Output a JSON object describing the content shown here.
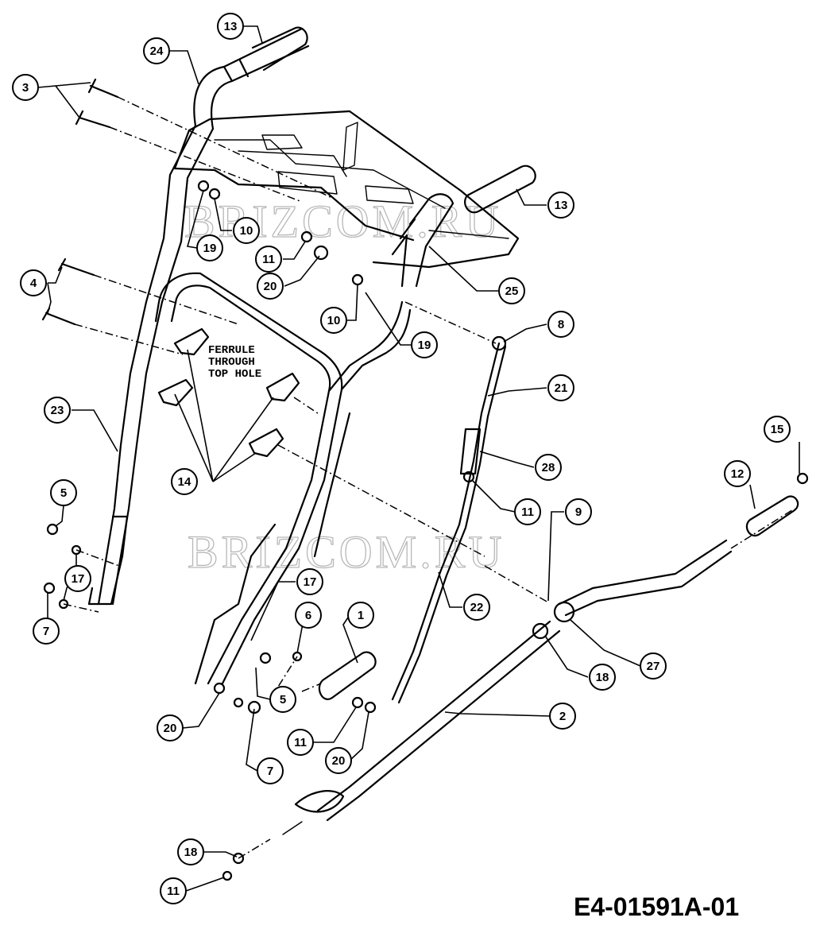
{
  "diagram": {
    "note": [
      "FERRULE",
      "THROUGH",
      "TOP HOLE"
    ],
    "watermark": "BRIZCOM.RU",
    "drawing_code": "E4-01591A-01",
    "callouts": [
      {
        "id": "c13a",
        "label": "13"
      },
      {
        "id": "c24",
        "label": "24"
      },
      {
        "id": "c3",
        "label": "3"
      },
      {
        "id": "c13b",
        "label": "13"
      },
      {
        "id": "c10a",
        "label": "10"
      },
      {
        "id": "c19a",
        "label": "19"
      },
      {
        "id": "c11a",
        "label": "11"
      },
      {
        "id": "c20a",
        "label": "20"
      },
      {
        "id": "c25",
        "label": "25"
      },
      {
        "id": "c4",
        "label": "4"
      },
      {
        "id": "c10b",
        "label": "10"
      },
      {
        "id": "c19b",
        "label": "19"
      },
      {
        "id": "c8",
        "label": "8"
      },
      {
        "id": "c21",
        "label": "21"
      },
      {
        "id": "c23",
        "label": "23"
      },
      {
        "id": "c28",
        "label": "28"
      },
      {
        "id": "c14",
        "label": "14"
      },
      {
        "id": "c15",
        "label": "15"
      },
      {
        "id": "c12",
        "label": "12"
      },
      {
        "id": "c11b",
        "label": "11"
      },
      {
        "id": "c9",
        "label": "9"
      },
      {
        "id": "c5a",
        "label": "5"
      },
      {
        "id": "c17a",
        "label": "17"
      },
      {
        "id": "c7a",
        "label": "7"
      },
      {
        "id": "c22",
        "label": "22"
      },
      {
        "id": "c17b",
        "label": "17"
      },
      {
        "id": "c6",
        "label": "6"
      },
      {
        "id": "c1",
        "label": "1"
      },
      {
        "id": "c27",
        "label": "27"
      },
      {
        "id": "c18a",
        "label": "18"
      },
      {
        "id": "c5b",
        "label": "5"
      },
      {
        "id": "c2",
        "label": "2"
      },
      {
        "id": "c20b",
        "label": "20"
      },
      {
        "id": "c11c",
        "label": "11"
      },
      {
        "id": "c20c",
        "label": "20"
      },
      {
        "id": "c7b",
        "label": "7"
      },
      {
        "id": "c18b",
        "label": "18"
      },
      {
        "id": "c11d",
        "label": "11"
      }
    ]
  }
}
